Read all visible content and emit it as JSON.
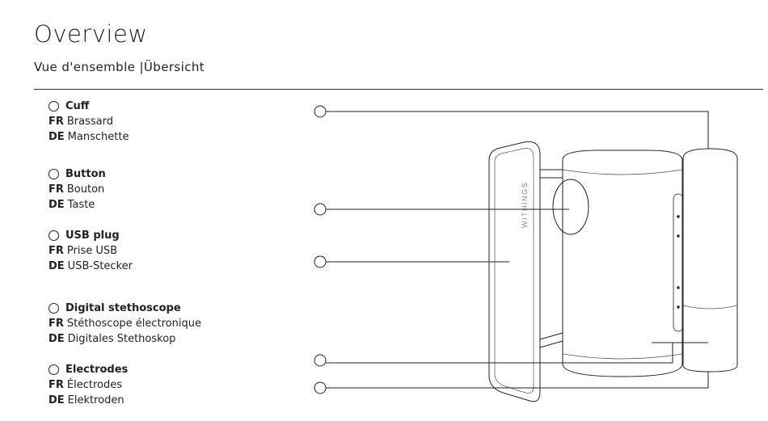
{
  "header": {
    "title": "Overview",
    "subtitle": "Vue d'ensemble |Übersicht"
  },
  "legend": {
    "items": [
      {
        "name": "Cuff",
        "fr_label": "FR",
        "fr": "Brassard",
        "de_label": "DE",
        "de": "Manschette"
      },
      {
        "name": "Button",
        "fr_label": "FR",
        "fr": "Bouton",
        "de_label": "DE",
        "de": "Taste"
      },
      {
        "name": "USB plug",
        "fr_label": "FR",
        "fr": "Prise USB",
        "de_label": "DE",
        "de": "USB-Stecker"
      },
      {
        "name": "Digital stethoscope",
        "fr_label": "FR",
        "fr": "Stéthoscope électronique",
        "de_label": "DE",
        "de": "Digitales Stethoskop"
      },
      {
        "name": "Electrodes",
        "fr_label": "FR",
        "fr": "Électrodes",
        "de_label": "DE",
        "de": "Elektroden"
      }
    ]
  },
  "device": {
    "brand": "WITHINGS"
  }
}
